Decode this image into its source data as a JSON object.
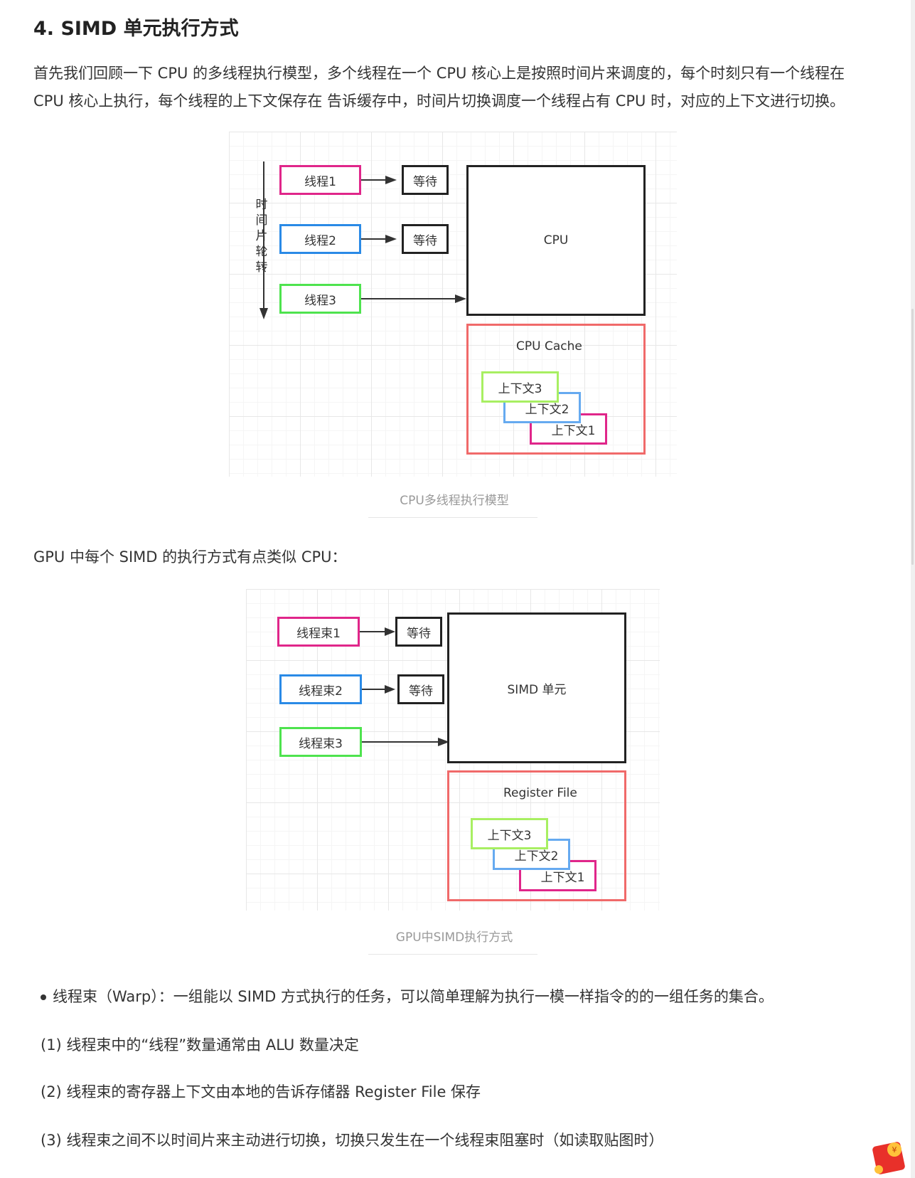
{
  "heading": "4. SIMD 单元执行方式",
  "intro": {
    "line1": "首先我们回顾一下 CPU 的多线程执行模型，多个线程在一个 CPU 核心上是按照时间片来调度的，每个时刻只有一个线程在",
    "line2": "CPU 核心上执行，每个线程的上下文保存在 告诉缓存中，时间片切换调度一个线程占有 CPU 时，对应的上下文进行切换。"
  },
  "figure1": {
    "time_label": [
      "时",
      "间",
      "片",
      "轮",
      "转"
    ],
    "threads": [
      "线程1",
      "线程2",
      "线程3"
    ],
    "waits": [
      "等待",
      "等待"
    ],
    "processor": "CPU",
    "cache_title": "CPU Cache",
    "contexts": [
      "上下文3",
      "上下文2",
      "上下文1"
    ],
    "caption": "CPU多线程执行模型"
  },
  "gpu_intro": "GPU 中每个 SIMD 的执行方式有点类似 CPU：",
  "figure2": {
    "threads": [
      "线程束1",
      "线程束2",
      "线程束3"
    ],
    "waits": [
      "等待",
      "等待"
    ],
    "processor": "SIMD 单元",
    "cache_title": "Register File",
    "contexts": [
      "上下文3",
      "上下文2",
      "上下文1"
    ],
    "caption": "GPU中SIMD执行方式"
  },
  "warp_bullet": "线程束（Warp）：一组能以 SIMD 方式执行的任务，可以简单理解为执行一模一样指令的的一组任务的集合。",
  "points": [
    "(1) 线程束中的“线程”数量通常由 ALU 数量决定",
    "(2) 线程束的寄存器上下文由本地的告诉存储器 Register File 保存",
    "(3) 线程束之间不以时间片来主动进行切换，切换只发生在一个线程束阻塞时（如读取贴图时）"
  ],
  "colors": {
    "pink": "#e0268a",
    "blue": "#2a8ae6",
    "green": "#4ee34e",
    "red": "#f06a6a",
    "light_green": "#a8ef62",
    "light_blue": "#66aaf0"
  },
  "floating_icon": "red-packet-icon"
}
